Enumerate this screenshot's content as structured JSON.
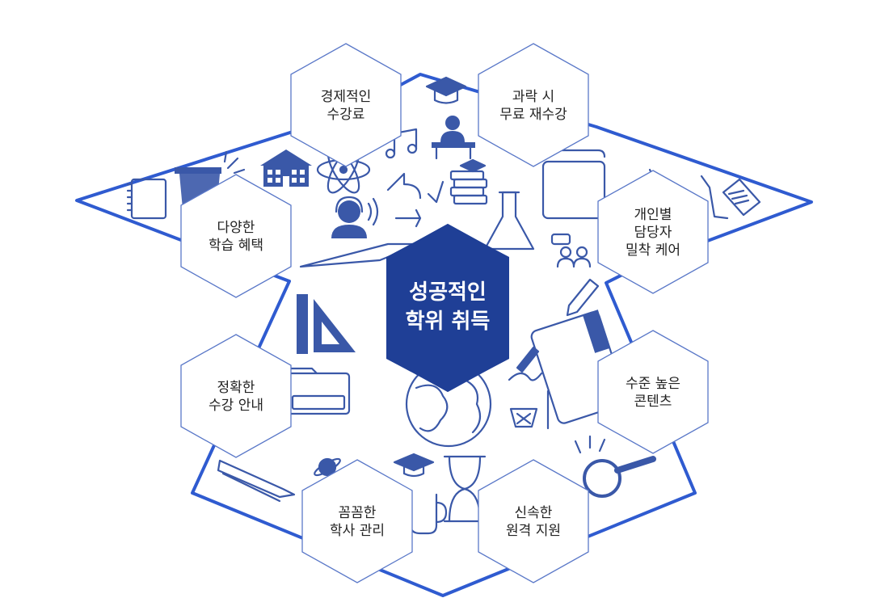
{
  "center": {
    "line1": "성공적인",
    "line2": "학위 취득"
  },
  "benefits": [
    {
      "id": "economical-fee",
      "line1": "경제적인",
      "line2": "수강료",
      "line3": ""
    },
    {
      "id": "free-retake",
      "line1": "과락 시",
      "line2": "무료 재수강",
      "line3": ""
    },
    {
      "id": "various-benefits",
      "line1": "다양한",
      "line2": "학습 혜택",
      "line3": ""
    },
    {
      "id": "personal-care",
      "line1": "개인별",
      "line2": "담당자",
      "line3": "밀착 케어"
    },
    {
      "id": "accurate-guide",
      "line1": "정확한",
      "line2": "수강 안내",
      "line3": ""
    },
    {
      "id": "quality-contents",
      "line1": "수준 높은",
      "line2": "콘텐츠",
      "line3": ""
    },
    {
      "id": "academic-management",
      "line1": "꼼꼼한",
      "line2": "학사 관리",
      "line3": ""
    },
    {
      "id": "fast-remote-support",
      "line1": "신속한",
      "line2": "원격 지원",
      "line3": ""
    }
  ],
  "colors": {
    "accent": "#1f3f96",
    "outline": "#2f5bd0",
    "hex_border": "#5a78c8",
    "icon": "#3a58a8",
    "text": "#222222",
    "center_text": "#ffffff"
  },
  "icons": [
    "graduation-cap-icon",
    "teacher-desk-icon",
    "school-building-icon",
    "trash-can-icon",
    "notebook-icon",
    "atom-icon",
    "recycle-arrows-icon",
    "books-icon",
    "flask-icon",
    "headset-user-icon",
    "chat-people-icon",
    "pencil-icon",
    "ruler-triangle-icon",
    "folder-icon",
    "globe-icon",
    "pen-signature-icon",
    "basketball-hoop-icon",
    "magnifier-icon",
    "hourglass-icon",
    "pencils-icon",
    "mug-icon",
    "planet-icon",
    "document-icon",
    "laptop-icon",
    "erlenmeyer-flask-icon"
  ]
}
